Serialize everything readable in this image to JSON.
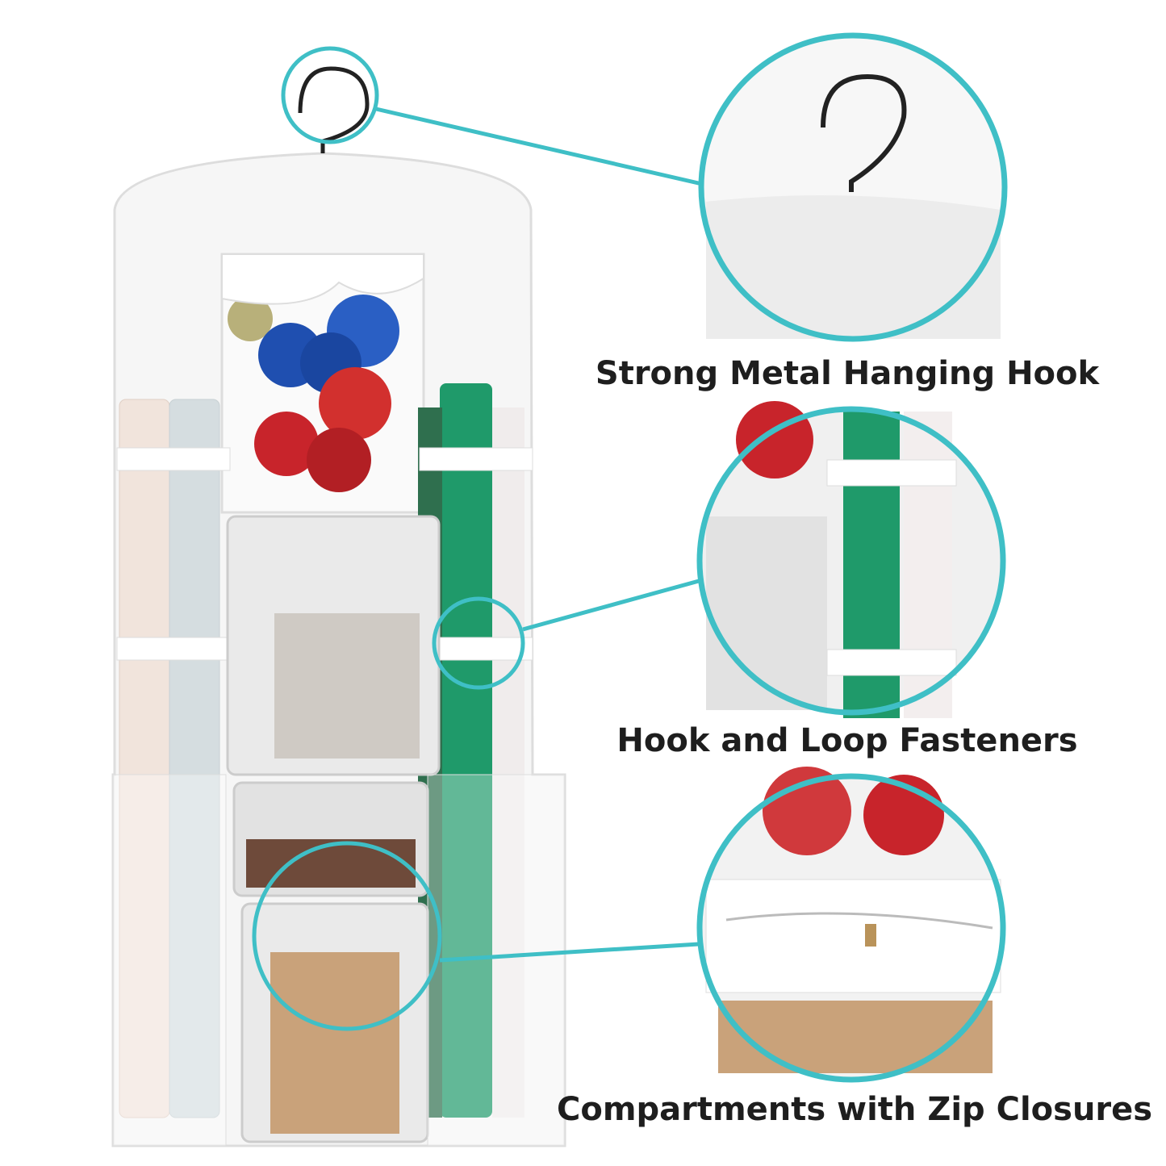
{
  "features": [
    {
      "label": "Strong Metal Hanging Hook",
      "icon": "hanging-hook"
    },
    {
      "label": "Hook and Loop Fasteners",
      "icon": "hook-and-loop-strap"
    },
    {
      "label": "Compartments with Zip Closures",
      "icon": "zipper"
    }
  ],
  "colors": {
    "accent": "#3fbfc6",
    "text": "#1e1e1e",
    "organizer": "#ffffff",
    "green_roll": "#1f9a6a",
    "bows_blue": "#1f4fb0",
    "bows_red": "#c8242b"
  }
}
